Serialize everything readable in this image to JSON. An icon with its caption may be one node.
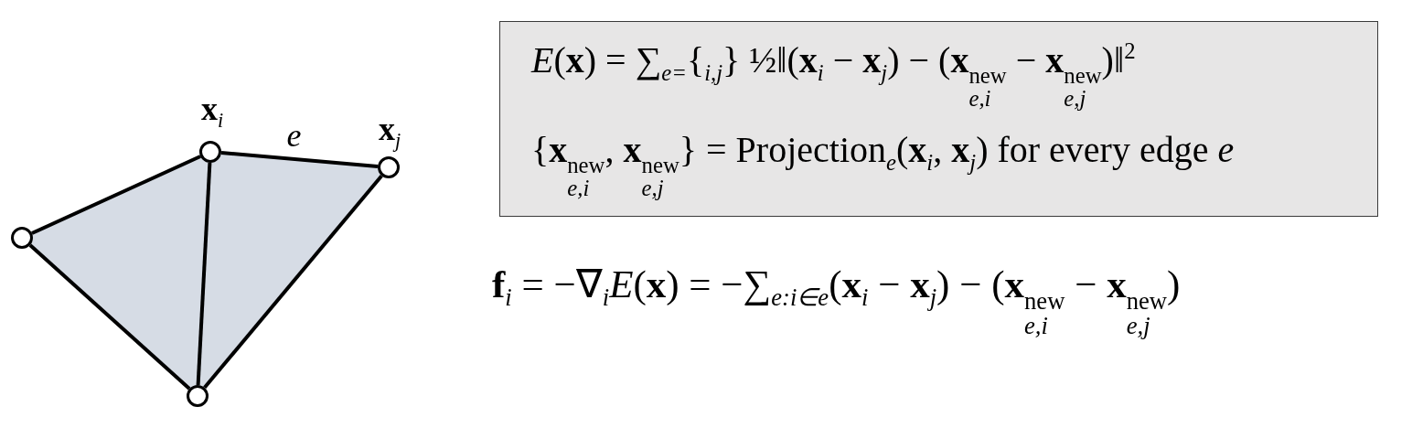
{
  "diagram": {
    "nodes": [
      {
        "text": [],
        "shape": "circle"
      },
      {
        "text": [],
        "shape": "circle"
      },
      {
        "text": [],
        "shape": "circle",
        "beside": [
          "**x**$_{i}$"
        ]
      },
      {
        "text": [],
        "shape": "circle",
        "beside": [
          "**x**$_{j}$"
        ]
      },
      {
        "text": [
          "*E*(**x**) = ∑$_{e=}${$_{i,j}$} ½‖(**x**$_{i}$ − **x**$_{j}$) − (**x**$_{e,i}$$^{new}$ − **x**$_{e,j}$$^{new}$)‖$^{2}$",
          "{**x**$_{e,i}$$^{new}$, **x**$_{e,j}$$^{new}$} = Projection$_{e}$(**x**$_{i}$, **x**$_{j}$) for every edge *e*"
        ]
      }
    ],
    "edges": [
      {
        "from": 0,
        "to": 2,
        "arrow": "none"
      },
      {
        "from": 2,
        "to": 3,
        "arrow": "none",
        "label": "*e*"
      },
      {
        "from": 0,
        "to": 1,
        "arrow": "none"
      },
      {
        "from": 2,
        "to": 1,
        "arrow": "none"
      },
      {
        "from": 3,
        "to": 1,
        "arrow": "none"
      }
    ],
    "labels": [
      "**f**$_{i}$ = −∇$_{i}$*E*(**x**) = −∑$_{e:i∈e}$(**x**$_{i}$ − **x**$_{j}$) − (**x**$_{e,i}$$^{new}$ − **x**$_{e,j}$$^{new}$)"
    ]
  }
}
